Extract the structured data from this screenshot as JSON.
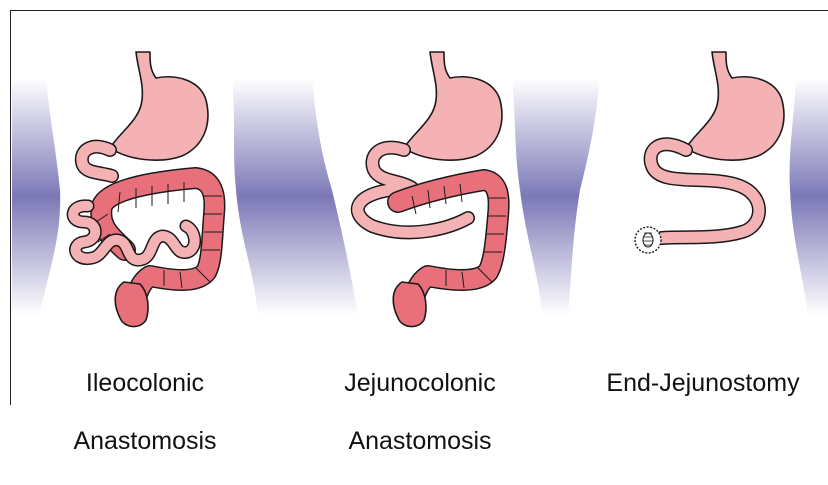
{
  "panels": [
    {
      "id": "ileocolonic",
      "label_line1": "Ileocolonic",
      "label_line2": "Anastomosis"
    },
    {
      "id": "jejunocolonic",
      "label_line1": "Jejunocolonic",
      "label_line2": "Anastomosis"
    },
    {
      "id": "end-jejunostomy",
      "label_line1": "End-Jejunostomy",
      "label_line2": ""
    }
  ],
  "colors": {
    "stomach_fill": "#f4b2b4",
    "small_bowel_fill": "#f4b2b4",
    "colon_fill": "#e8707a",
    "outline": "#1a1a1a",
    "body_shadow": "#7c78b8",
    "stoma_fill": "#ffffff"
  }
}
